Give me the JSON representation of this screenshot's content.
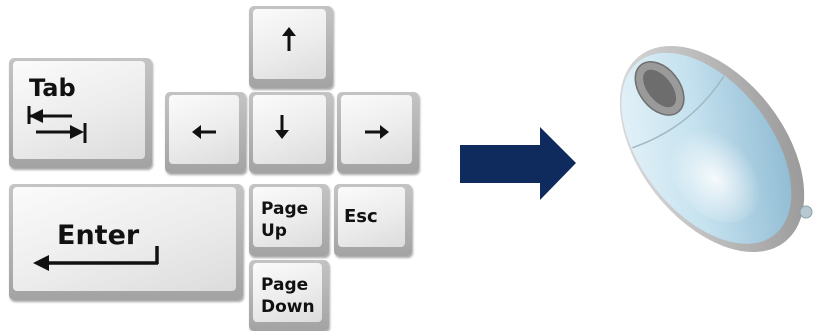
{
  "keyboard": {
    "tab": {
      "label": "Tab"
    },
    "enter": {
      "label": "Enter"
    },
    "esc": {
      "label": "Esc"
    },
    "page_up": {
      "line1": "Page",
      "line2": "Up"
    },
    "page_down": {
      "line1": "Page",
      "line2": "Down"
    },
    "arrows": [
      "up-arrow-icon",
      "left-arrow-icon",
      "down-arrow-icon",
      "right-arrow-icon"
    ]
  },
  "transition_arrow": {
    "icon": "right-arrow-icon",
    "color": "#0f2a5c"
  },
  "mouse": {
    "icon": "computer-mouse-icon",
    "body_color": "#bcdcec",
    "wheel_color": "#888888"
  }
}
